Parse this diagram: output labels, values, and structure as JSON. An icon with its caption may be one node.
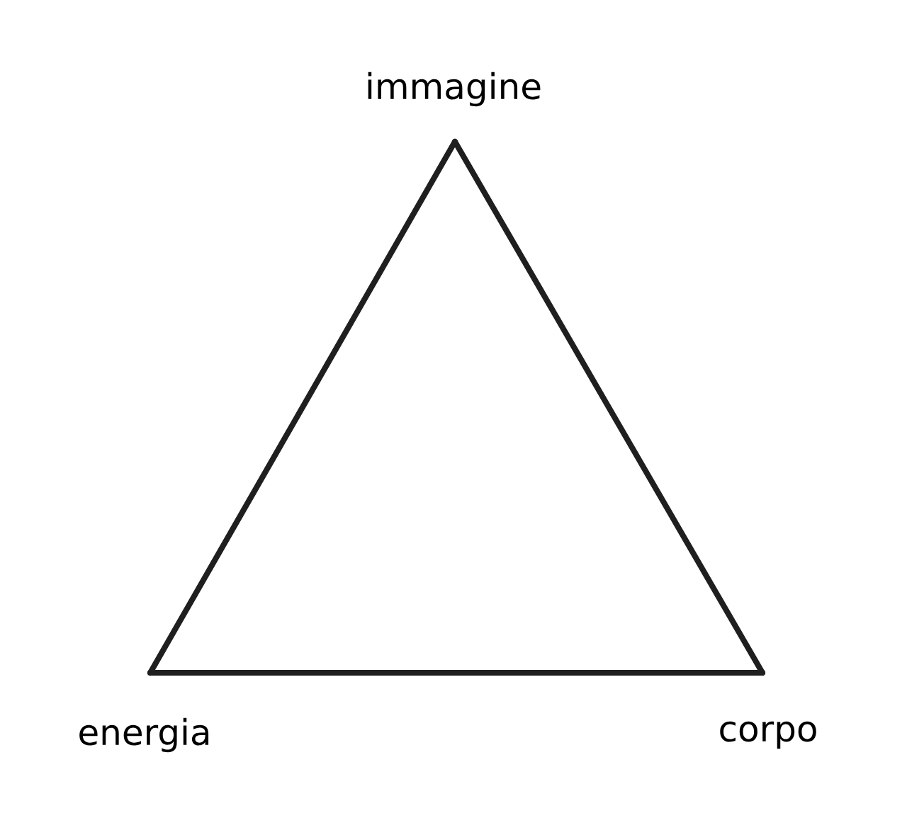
{
  "diagram": {
    "nodes": [
      {
        "text": [
          "immagine"
        ]
      },
      {
        "text": [
          "energia"
        ]
      },
      {
        "text": [
          "corpo"
        ]
      }
    ],
    "edges": [
      {
        "from": 0,
        "to": 1,
        "arrow": "none"
      },
      {
        "from": 1,
        "to": 2,
        "arrow": "none"
      },
      {
        "from": 2,
        "to": 0,
        "arrow": "none"
      }
    ]
  }
}
